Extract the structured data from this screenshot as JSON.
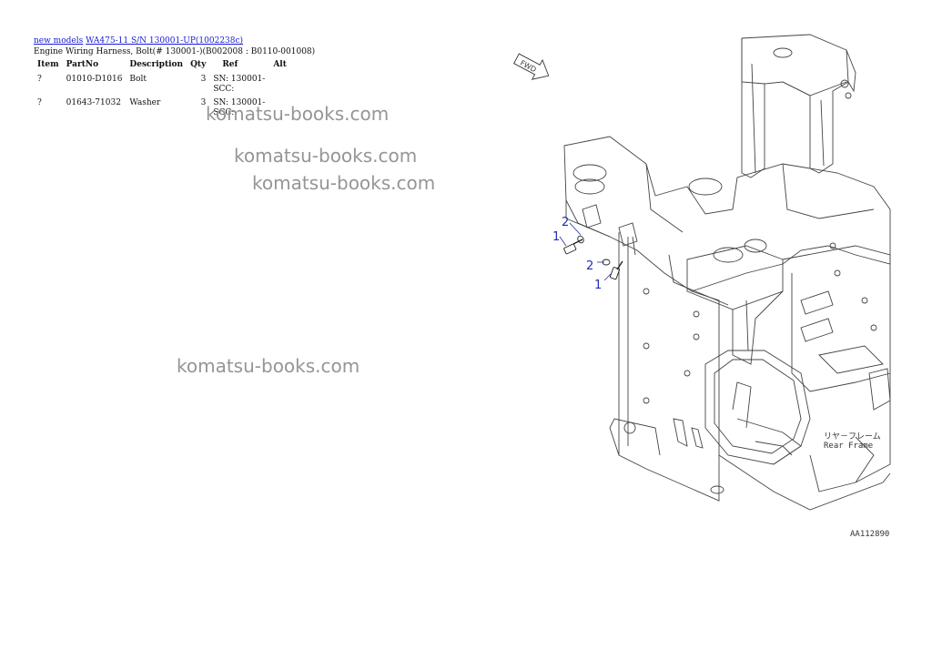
{
  "breadcrumb": {
    "link1": "new models",
    "link2": "WA475-11 S/N 130001-UP(1002238c)"
  },
  "page_title": "Engine Wiring Harness, Bolt(# 130001-)(B002008 : B0110-001008)",
  "table": {
    "headers": [
      "Item",
      "PartNo",
      "Description",
      "Qty",
      "Ref",
      "Alt"
    ],
    "rows": [
      {
        "item": "?",
        "partno": "01010-D1016",
        "description": "Bolt",
        "qty": "3",
        "ref": "SN: 130001-SCC:",
        "alt": ""
      },
      {
        "item": "?",
        "partno": "01643-71032",
        "description": "Washer",
        "qty": "3",
        "ref": "SN: 130001-SCC:",
        "alt": ""
      }
    ]
  },
  "watermarks": [
    "komatsu-books.com",
    "komatsu-books.com",
    "komatsu-books.com",
    "komatsu-books.com"
  ],
  "diagram": {
    "callouts": [
      "2",
      "1",
      "2",
      "1"
    ],
    "fwd_label": "FWD",
    "frame_label_jp": "リヤ－フレーム",
    "frame_label_en": "Rear Frame",
    "drawing_code": "AA112890",
    "accent_color": "#1f2fb0"
  }
}
